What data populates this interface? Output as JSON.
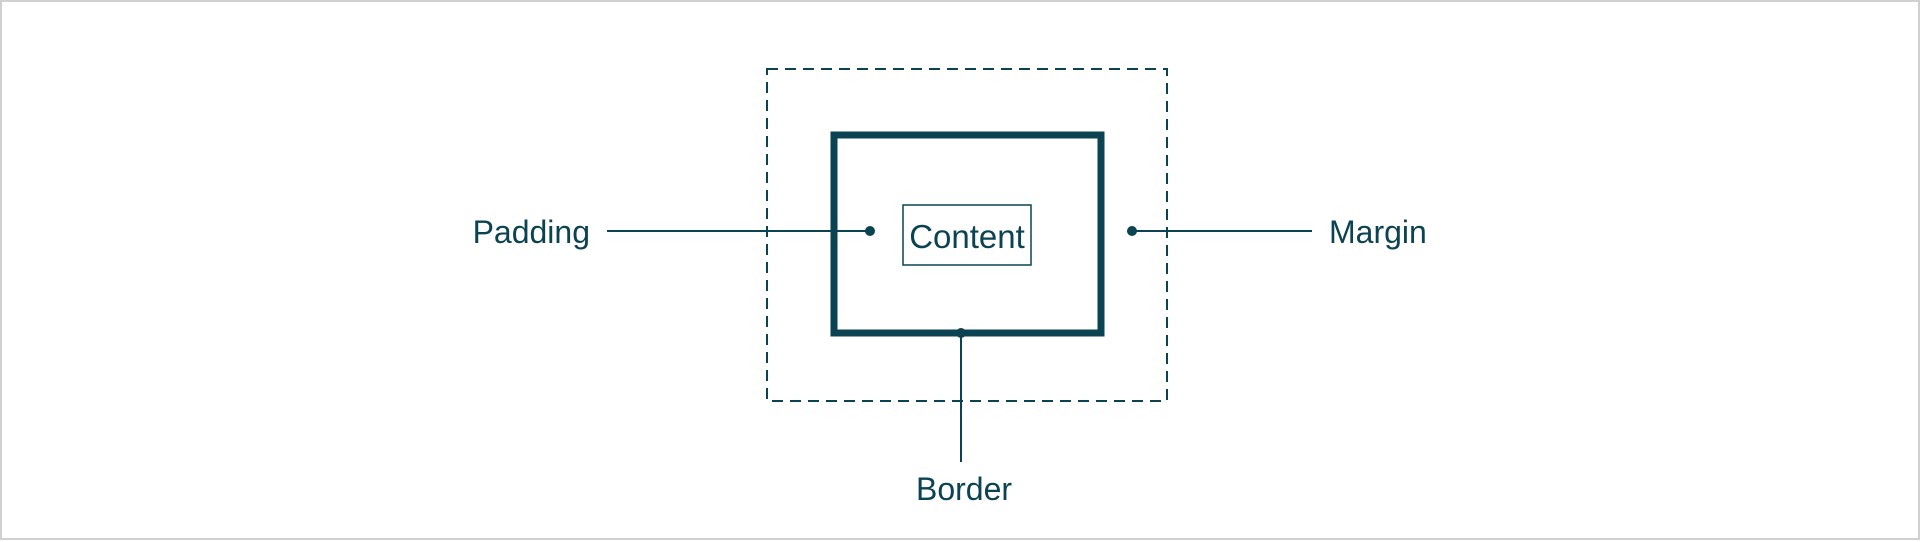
{
  "labels": {
    "padding": "Padding",
    "margin": "Margin",
    "border": "Border",
    "content": "Content"
  },
  "colors": {
    "ink": "#0b4352",
    "frame_border": "#d0d0d0",
    "background": "#ffffff"
  }
}
